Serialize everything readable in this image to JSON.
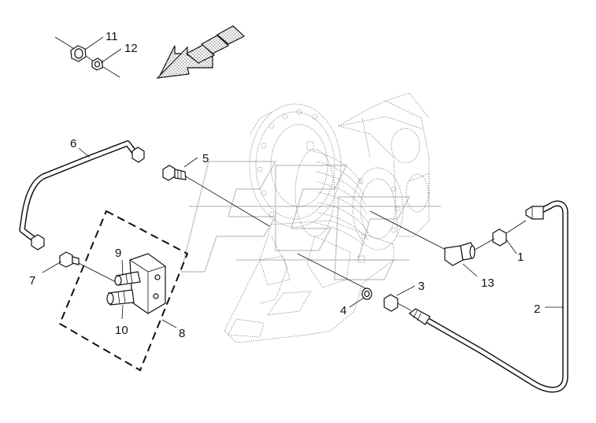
{
  "callouts": [
    {
      "id": "c1",
      "text": "1"
    },
    {
      "id": "c2",
      "text": "2"
    },
    {
      "id": "c3",
      "text": "3"
    },
    {
      "id": "c4",
      "text": "4"
    },
    {
      "id": "c5",
      "text": "5"
    },
    {
      "id": "c6",
      "text": "6"
    },
    {
      "id": "c7",
      "text": "7"
    },
    {
      "id": "c8",
      "text": "8"
    },
    {
      "id": "c9",
      "text": "9"
    },
    {
      "id": "c10",
      "text": "10"
    },
    {
      "id": "c11",
      "text": "11"
    },
    {
      "id": "c12",
      "text": "12"
    },
    {
      "id": "c13",
      "text": "13"
    }
  ]
}
